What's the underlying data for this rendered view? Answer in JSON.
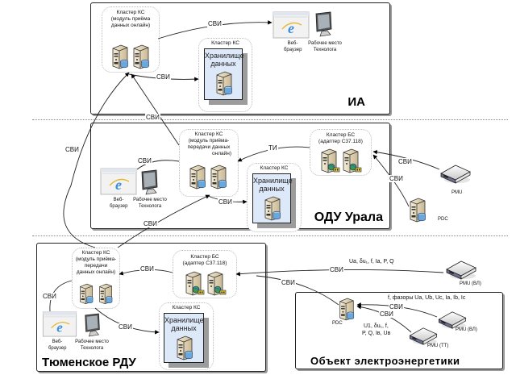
{
  "regions": {
    "ia": {
      "title": "ИА"
    },
    "odu": {
      "title": "ОДУ Урала"
    },
    "rdu": {
      "title": "Тюменское РДУ"
    },
    "object": {
      "title": "Объект электроэнергетики"
    }
  },
  "clusters": {
    "ia_online": {
      "title_lines": [
        "Кластер КС",
        "(модуль приёма",
        "данных онлайн)"
      ]
    },
    "ia_storage": {
      "title": "Кластер КС",
      "storage_label": "Хранилище данных"
    },
    "odu_online": {
      "title_lines": [
        "Кластер КС",
        "(модуль приёма-",
        "передачи данных",
        "онлайн)"
      ]
    },
    "odu_bs": {
      "title_lines": [
        "Кластер БС",
        "(адаптер C37.118)"
      ]
    },
    "odu_storage": {
      "title": "Кластер КС",
      "storage_label": "Хранилище данных"
    },
    "rdu_online": {
      "title_lines": [
        "Кластер КС",
        "(модуль приёма-",
        "передачи",
        "данных онлайн)"
      ]
    },
    "rdu_bs": {
      "title_lines": [
        "Кластер БС",
        "(адаптер C37.118)"
      ]
    },
    "rdu_storage": {
      "title": "Кластер КС",
      "storage_label": "Хранилище данных"
    }
  },
  "clients": {
    "browser_label": "Веб-браузер",
    "workstation_label": "Рабочее место Технолога"
  },
  "devices": {
    "pmu": "PMU",
    "pdc": "PDC",
    "pmu_vl": "PMU (ВЛ)",
    "pmu_tt": "PMU (ТТ)"
  },
  "links": {
    "svi": "СВИ",
    "ti": "ТИ"
  },
  "measurements": {
    "rdu_pmu_vl": "Ua, δu₁, f, Ia, P, Q",
    "obj_pmu_vl": "f, фазоры Ua, Ub, Uc, Ia, Ib, Ic",
    "obj_pmu_tt_line1": "U1, δu₁, f,",
    "obj_pmu_tt_line2": "P, Q, Iв, Uв"
  }
}
